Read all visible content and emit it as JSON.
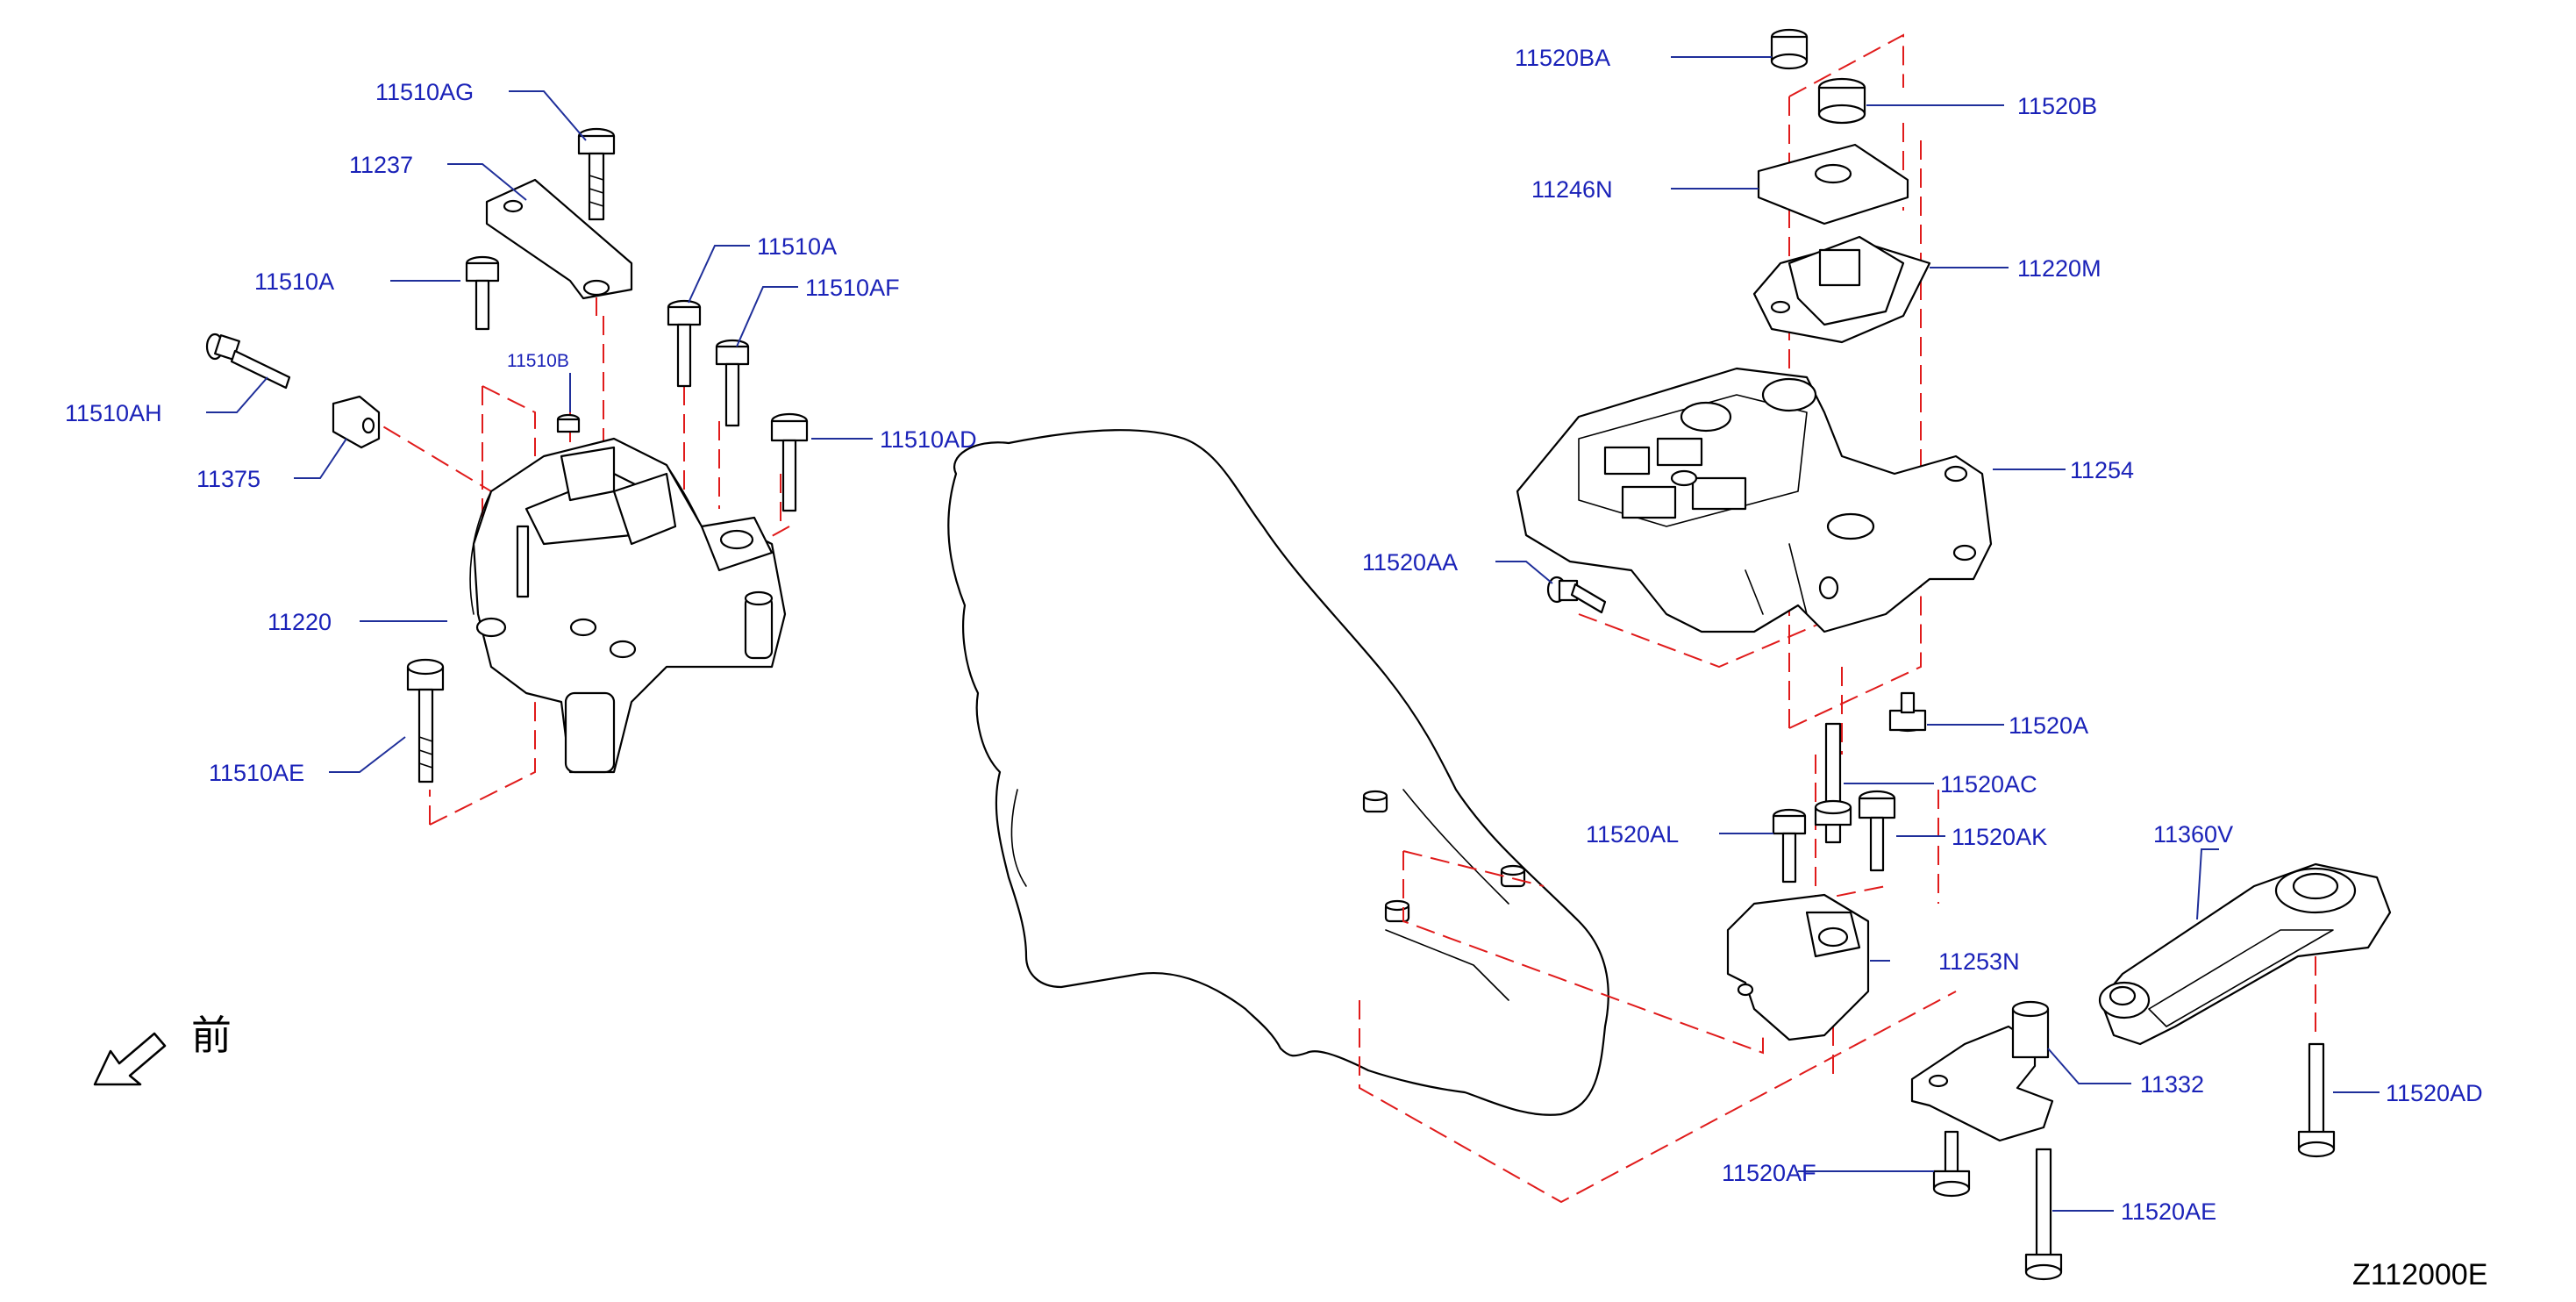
{
  "diagram": {
    "front_mark": "前",
    "drawing_code": "Z112000E",
    "labels": {
      "p11510AG": "11510AG",
      "p11237": "11237",
      "p11510A_left": "11510A",
      "p11510A_mid": "11510A",
      "p11510AF_left": "11510AF",
      "p11510B": "11510B",
      "p11510AH": "11510AH",
      "p11375": "11375",
      "p11510AD": "11510AD",
      "p11220": "11220",
      "p11510AE": "11510AE",
      "p11520BA": "11520BA",
      "p11520B": "11520B",
      "p11246N": "11246N",
      "p11220M": "11220M",
      "p11254": "11254",
      "p11520AA": "11520AA",
      "p11520A": "11520A",
      "p11520AC": "11520AC",
      "p11520AL": "11520AL",
      "p11520AK": "11520AK",
      "p11360V": "11360V",
      "p11253N": "11253N",
      "p11332": "11332",
      "p11520AD": "11520AD",
      "p11520AF_right": "11520AF",
      "p11520AE": "11520AE"
    }
  },
  "colors": {
    "callout_text": "#1a22b8",
    "leader_line": "#1f2f9a",
    "phantom_line": "#e01b1b",
    "part_outline": "#000000"
  },
  "icons": {
    "front_direction": "arrow-front-icon"
  }
}
